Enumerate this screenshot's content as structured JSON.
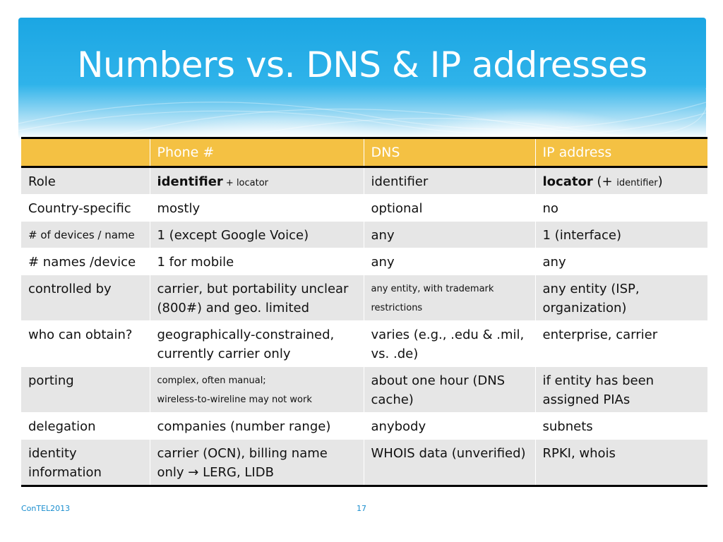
{
  "slide": {
    "title": "Numbers vs. DNS & IP addresses",
    "footer_left": "ConTEL2013",
    "page_number": "17"
  },
  "colors": {
    "banner": "#1ba6e3",
    "header_row": "#f4c143",
    "zebra": "#e6e6e6",
    "footer_text": "#1a8ecf"
  },
  "table": {
    "headers": [
      "",
      "Phone #",
      "DNS",
      "IP address"
    ],
    "rows": [
      {
        "label": "Role",
        "phone_strong": "identifier",
        "phone_rest": " + locator",
        "dns": "identifier",
        "ip_strong": "locator",
        "ip_open": " (+ ",
        "ip_small": "identifier",
        "ip_close": ")"
      },
      {
        "label": "Country-specific",
        "phone": "mostly",
        "dns": "optional",
        "ip": "no"
      },
      {
        "label": "# of devices / name",
        "phone": "1 (except Google Voice)",
        "dns": "any",
        "ip": "1 (interface)"
      },
      {
        "label": "# names /device",
        "phone": "1 for mobile",
        "dns": "any",
        "ip": "any"
      },
      {
        "label": "controlled by",
        "phone": "carrier, but portability unclear (800#) and geo. limited",
        "dns": "any entity, with trademark restrictions",
        "ip": "any entity (ISP, organization)"
      },
      {
        "label": "who can obtain?",
        "phone": "geographically-constrained, currently carrier only",
        "dns": "varies (e.g., .edu & .mil, vs. .de)",
        "ip": "enterprise, carrier"
      },
      {
        "label": "porting",
        "phone_line1": "complex, often manual;",
        "phone_line2": "wireless-to-wireline may not work",
        "dns": "about one hour (DNS cache)",
        "ip": "if entity has been assigned PIAs"
      },
      {
        "label": "delegation",
        "phone": "companies (number range)",
        "dns": "anybody",
        "ip": "subnets"
      },
      {
        "label": "identity information",
        "phone_line1": "carrier (OCN), billing name",
        "phone_line2": "only → LERG, LIDB",
        "dns": "WHOIS data (unverified)",
        "ip": "RPKI, whois"
      }
    ]
  }
}
